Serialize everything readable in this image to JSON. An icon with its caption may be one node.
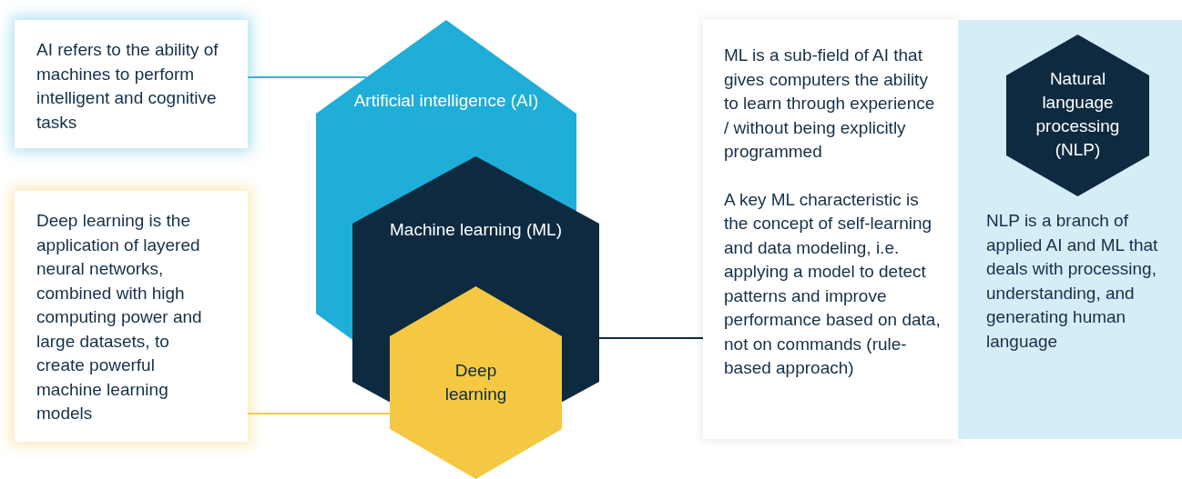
{
  "diagram": {
    "nodes": [
      {
        "text": [
          "AI refers to the ability of machines to perform intelligent and cognitive tasks"
        ]
      },
      {
        "text": [
          "Deep learning is the application of layered neural networks, combined with high computing power and large datasets, to create powerful machine learning models"
        ]
      },
      {
        "text": [
          "Artificial intelligence (AI)"
        ]
      },
      {
        "text": [
          "Machine learning (ML)"
        ]
      },
      {
        "text": [
          "Deep learning"
        ]
      },
      {
        "text": [
          "ML is a sub-field of AI that gives computers the ability to learn through experience / without being explicitly programmed",
          "A key ML characteristic is the concept of self-learning and data modeling, i.e. applying a model to detect patterns and improve performance based on data, not on commands (rule-based approach)"
        ]
      },
      {
        "text": [
          "NLP is a branch of applied AI and ML that deals with processing, understanding, and generating human language"
        ]
      },
      {
        "text": [
          "Natural language processing (NLP)"
        ],
        "in": 6
      }
    ],
    "edges": [
      {
        "from": 0,
        "to": 2,
        "arrow": "none",
        "color": "#3ab0d8"
      },
      {
        "from": 1,
        "to": 4,
        "arrow": "none",
        "color": "#f2c94c"
      },
      {
        "from": 3,
        "to": 5,
        "arrow": "none",
        "color": "#0d2a40"
      }
    ]
  }
}
